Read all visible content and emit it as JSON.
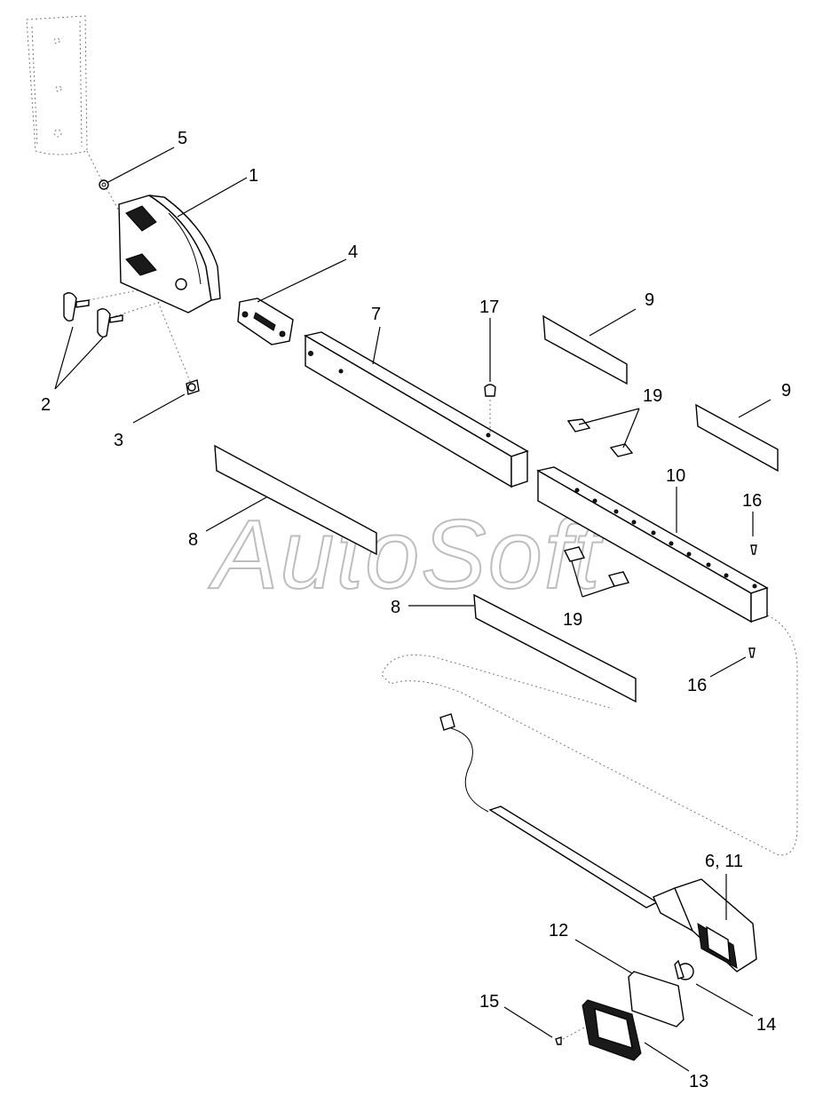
{
  "watermark": "AutoSoft",
  "callouts": {
    "c1": "1",
    "c2": "2",
    "c3": "3",
    "c4": "4",
    "c5": "5",
    "c6_11": "6, 11",
    "c7": "7",
    "c8a": "8",
    "c8b": "8",
    "c9a": "9",
    "c9b": "9",
    "c10": "10",
    "c12": "12",
    "c13": "13",
    "c14": "14",
    "c15": "15",
    "c16a": "16",
    "c16b": "16",
    "c17": "17",
    "c19a": "19",
    "c19b": "19"
  }
}
